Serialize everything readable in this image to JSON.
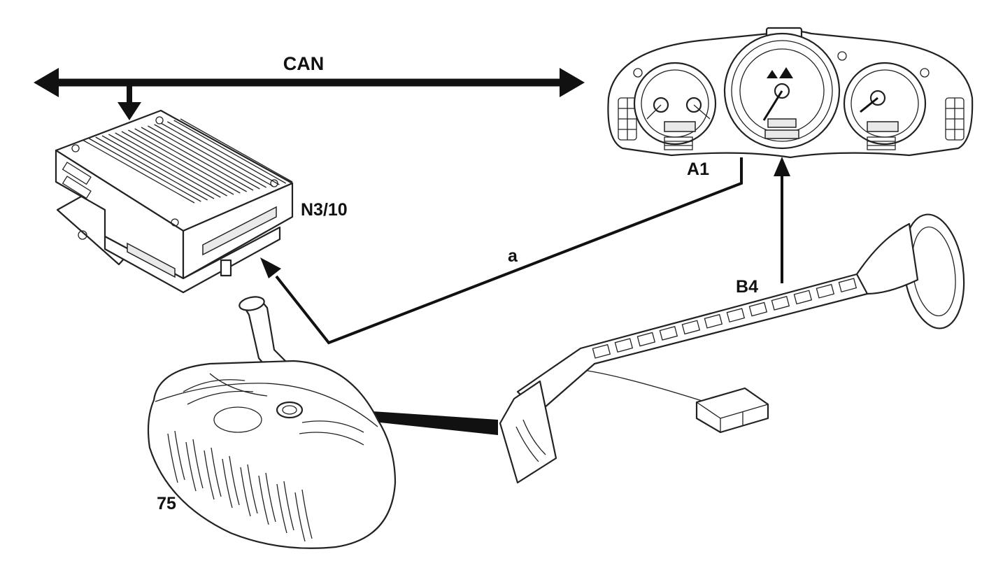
{
  "labels": {
    "bus": "CAN",
    "control_unit": "N3/10",
    "instrument_cluster": "A1",
    "signal_line": "a",
    "sensor": "B4",
    "tank": "75"
  },
  "colors": {
    "line": "#111111",
    "background": "#ffffff",
    "shading": "#e9e9e9"
  },
  "icons": {
    "control_unit": "engine-control-module-icon",
    "instrument_cluster": "instrument-cluster-icon",
    "sensor": "fuel-level-sensor-icon",
    "tank": "fuel-tank-icon"
  }
}
